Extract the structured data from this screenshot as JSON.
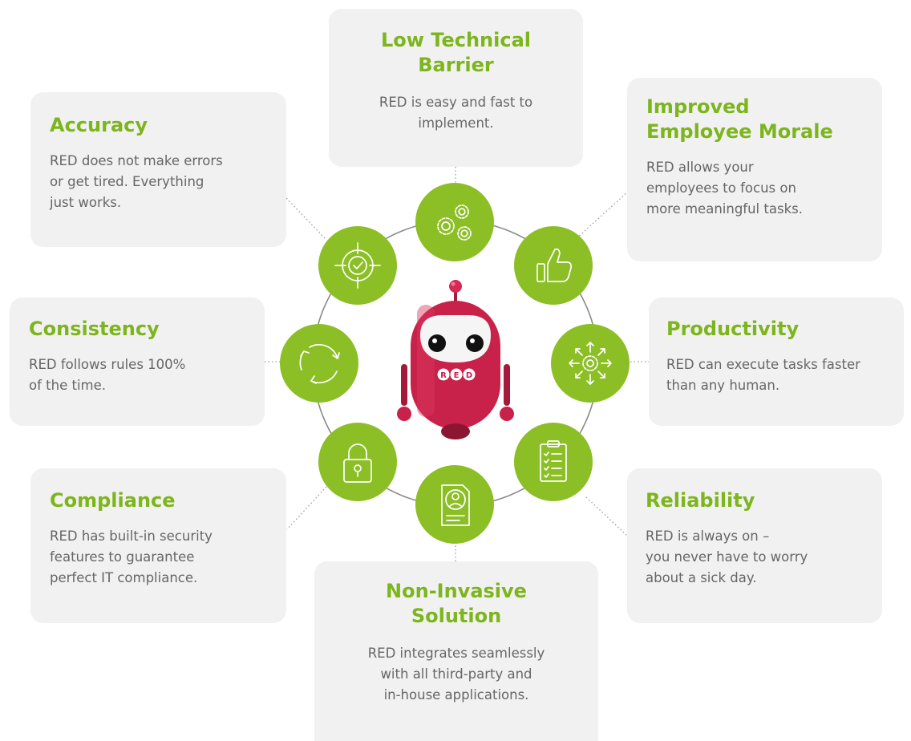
{
  "colors": {
    "accent": "#8cbf26",
    "title": "#7cb51c",
    "body_text": "#666666",
    "card_bg": "#f1f1f1",
    "robot": "#c8224a"
  },
  "robot": {
    "badge_letters": [
      "R",
      "E",
      "D"
    ]
  },
  "cards": {
    "low_technical_barrier": {
      "title_line1": "Low Technical",
      "title_line2": "Barrier",
      "body_line1": "RED is easy and fast to",
      "body_line2": "implement."
    },
    "accuracy": {
      "title": "Accuracy",
      "body_line1": "RED does not make errors",
      "body_line2": "or get tired. Everything",
      "body_line3": "just works."
    },
    "improved_employee_morale": {
      "title_line1": "Improved",
      "title_line2": "Employee Morale",
      "body_line1": "RED allows your",
      "body_line2": "employees to focus on",
      "body_line3": "more meaningful tasks."
    },
    "consistency": {
      "title": "Consistency",
      "body_line1": "RED follows rules 100%",
      "body_line2": "of the time."
    },
    "productivity": {
      "title": "Productivity",
      "body_line1": "RED can execute tasks faster",
      "body_line2": "than any human."
    },
    "compliance": {
      "title": "Compliance",
      "body_line1": "RED has built-in security",
      "body_line2": "features to guarantee",
      "body_line3": "perfect IT compliance."
    },
    "reliability": {
      "title": "Reliability",
      "body_line1": "RED is always on –",
      "body_line2": "you never have to worry",
      "body_line3": "about a sick day."
    },
    "non_invasive_solution": {
      "title_line1": "Non-Invasive",
      "title_line2": "Solution",
      "body_line1": "RED integrates seamlessly",
      "body_line2": "with all third-party and",
      "body_line3": "in-house applications."
    }
  },
  "icons": {
    "top": "gears-icon",
    "top_right": "thumbs-up-icon",
    "right": "arrows-out-gear-icon",
    "bottom_right": "clipboard-checklist-icon",
    "bottom": "profile-document-icon",
    "bottom_left": "padlock-icon",
    "left": "cycle-arrows-icon",
    "top_left": "target-check-icon"
  }
}
